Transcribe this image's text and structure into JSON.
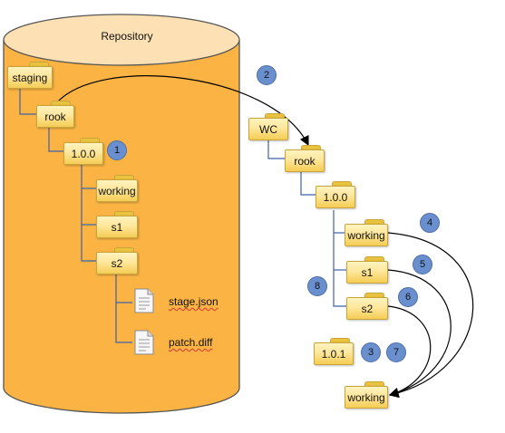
{
  "repository": {
    "title": "Repository",
    "fill_color": "#fbb444",
    "top_color": "#fde0b3"
  },
  "left_tree": {
    "staging": "staging",
    "rook": "rook",
    "version": "1.0.0",
    "working": "working",
    "s1": "s1",
    "s2": "s2",
    "files": [
      "stage.json",
      "patch.diff"
    ]
  },
  "right_tree": {
    "wc": "WC",
    "rook": "rook",
    "version": "1.0.0",
    "working": "working",
    "s1": "s1",
    "s2": "s2",
    "next_version": "1.0.1",
    "target": "working"
  },
  "steps": [
    "1",
    "2",
    "3",
    "4",
    "5",
    "6",
    "7",
    "8"
  ],
  "colors": {
    "tree_line": "#3f62a8",
    "badge": "#6a8fce",
    "arrow": "#000000"
  }
}
